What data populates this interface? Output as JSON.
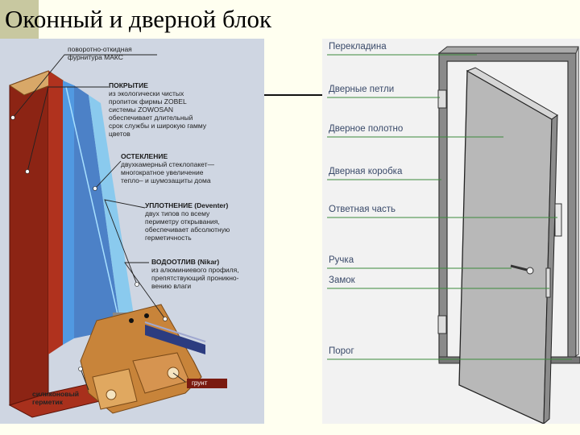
{
  "page": {
    "title": "Оконный и дверной блок"
  },
  "window": {
    "labels": {
      "fittings": {
        "title": "поворотно-откидная",
        "line2": "фурнитура МАКС"
      },
      "coating": {
        "title": "ПОКРЫТИЕ",
        "lines": [
          "из экологически чистых",
          "пропиток фирмы ZOBEL",
          "системы ZOWOSAN",
          "обеспечивает длительный",
          "срок службы и широкую гамму",
          "цветов"
        ]
      },
      "glazing": {
        "title": "ОСТЕКЛЕНИЕ",
        "lines": [
          "двухкамерный стеклопакет—",
          "многократное увеличение",
          "тепло– и шумозащиты дома"
        ]
      },
      "seal": {
        "title": "УПЛОТНЕНИЕ (Deventer)",
        "lines": [
          "двух типов по всему",
          "периметру открывания,",
          "обеспечивает абсолютную",
          "герметичность"
        ]
      },
      "drip": {
        "title": "ВОДООТЛИВ (Nikar)",
        "lines": [
          "из алюминиевого профиля,",
          "препятствующий проникно-",
          "вению влаги"
        ]
      },
      "silicone": {
        "lines": [
          "силиконовый",
          "герметик"
        ]
      },
      "primer": "грунт"
    }
  },
  "door": {
    "labels": [
      "Перекладина",
      "Дверные петли",
      "Дверное полотно",
      "Дверная коробка",
      "Ответная часть",
      "Ручка",
      "Замок",
      "Порог"
    ]
  },
  "colors": {
    "frame_red": "#9a2a1a",
    "wood": "#c8843a",
    "glass": "#2f7fd0",
    "door_gray": "#b8b8b8",
    "leader_green": "#3c8a3c"
  }
}
